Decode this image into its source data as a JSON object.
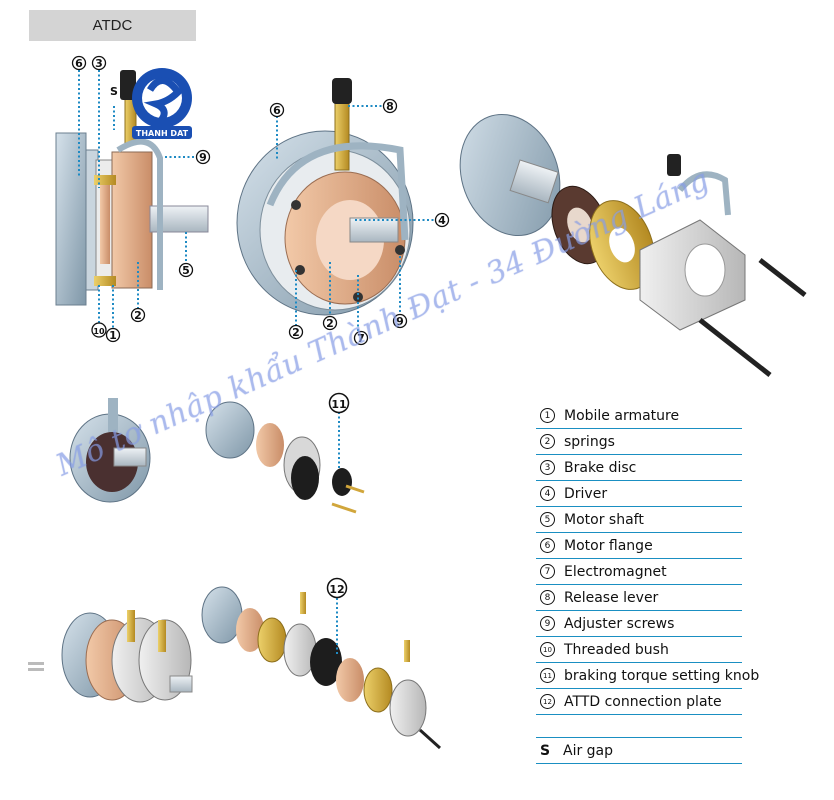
{
  "section_tag": "ATDC",
  "callouts": {
    "n1": "1",
    "n2": "2",
    "n3": "3",
    "n5": "5",
    "n6": "6",
    "n7": "7",
    "n8": "8",
    "n9": "9",
    "n10": "10",
    "n11": "11",
    "n12": "12",
    "s": "S"
  },
  "logo": {
    "text": "THANH DAT"
  },
  "legend": [
    {
      "num": "1",
      "label": "Mobile armature"
    },
    {
      "num": "2",
      "label": "springs"
    },
    {
      "num": "3",
      "label": "Brake disc"
    },
    {
      "num": "4",
      "label": "Driver"
    },
    {
      "num": "5",
      "label": "Motor shaft"
    },
    {
      "num": "6",
      "label": "Motor flange"
    },
    {
      "num": "7",
      "label": "Electromagnet"
    },
    {
      "num": "8",
      "label": "Release lever"
    },
    {
      "num": "9",
      "label": "Adjuster screws"
    },
    {
      "num": "10",
      "label": "Threaded bush"
    },
    {
      "num": "11",
      "label": "braking torque setting knob"
    },
    {
      "num": "12",
      "label": "ATTD connection plate"
    }
  ],
  "legend_symbol": {
    "sym": "S",
    "label": "Air gap"
  },
  "watermark": "Mô tơ nhập khẩu Thành Đạt - 34 Đường Láng",
  "colors": {
    "leader": "#1e8ac3",
    "legend_rule": "#1a8fc2",
    "flange": "#9fb4c4",
    "copper": "#d9a07a",
    "gold": "#d1a63b",
    "dark": "#2b2b2b"
  }
}
